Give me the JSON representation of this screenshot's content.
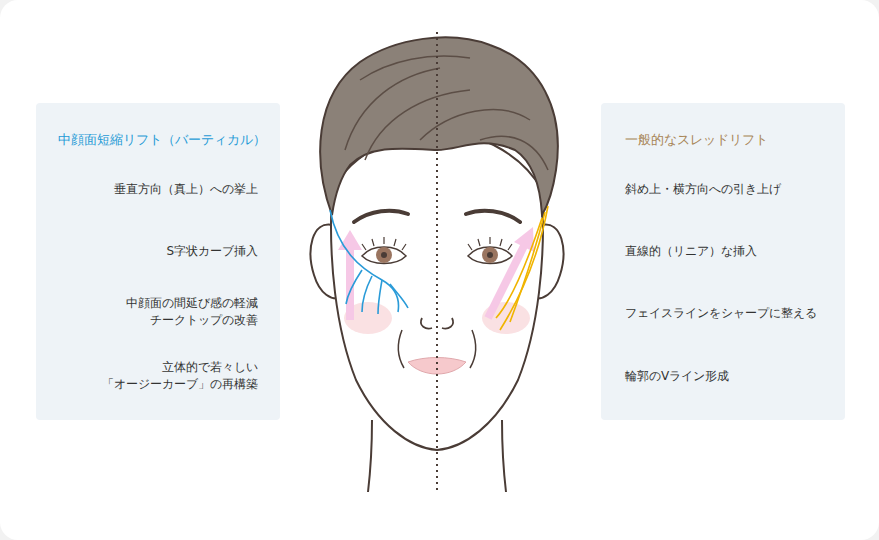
{
  "diagram": {
    "nodes": [
      {
        "text": [
          "中顔面短縮リフト（バーティカル）",
          "垂直方向（真上）への挙上",
          "S字状カーブ挿入",
          "中顔面の間延び感の軽減 チークトップの改善",
          "立体的で若々しい 「オージーカーブ」の再構築"
        ]
      },
      {
        "text": [
          "一般的なスレッドリフト",
          "斜め上・横方向への引き上げ",
          "直線的（リニア）な挿入",
          "フェイスラインをシャープに整える",
          "輪郭のVライン形成"
        ]
      }
    ]
  }
}
